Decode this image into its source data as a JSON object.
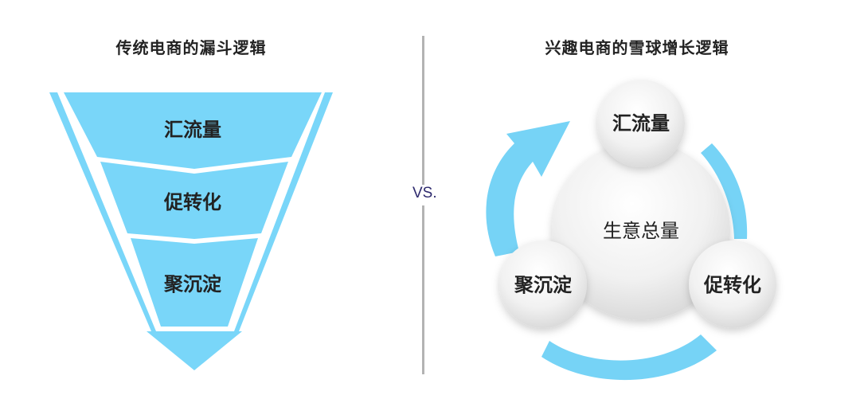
{
  "left": {
    "title": "传统电商的漏斗逻辑",
    "stages": [
      "汇流量",
      "促转化",
      "聚沉淀"
    ]
  },
  "vs_label": "VS.",
  "right": {
    "title": "兴趣电商的雪球增长逻辑",
    "center": "生意总量",
    "nodes": [
      "汇流量",
      "促转化",
      "聚沉淀"
    ]
  },
  "colors": {
    "funnel_blue": "#79d6f9",
    "arrow_blue": "#76d3f6",
    "divider": "#b3b3b3",
    "vs_text": "#2e2a6e"
  }
}
